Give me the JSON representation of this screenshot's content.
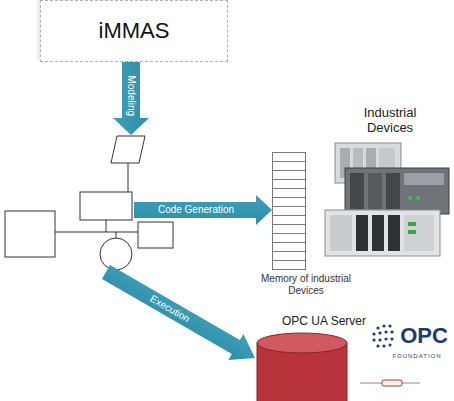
{
  "diagram": {
    "nodes": [
      {
        "text": [
          "iMMAS"
        ]
      },
      {
        "text": [
          "Memory of industrial Devices"
        ]
      },
      {
        "text": [
          "OPC UA Server"
        ]
      }
    ],
    "labels": [
      "Modeling",
      "Code Generation",
      "Execution",
      "Industrial Devices",
      "OPC",
      "FOUNDATION"
    ]
  }
}
